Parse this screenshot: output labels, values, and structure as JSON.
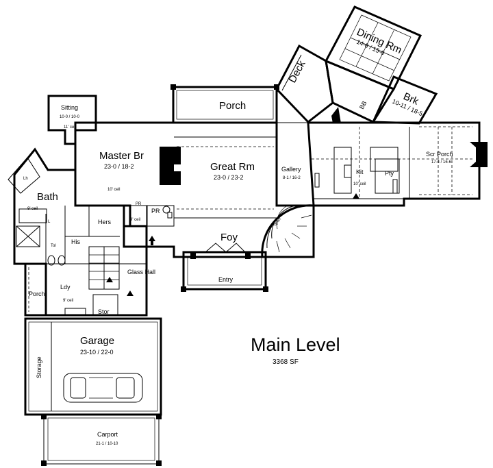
{
  "plan_title": "Main Level",
  "plan_area": "3368 SF",
  "rooms": {
    "dining": {
      "name": "Dining Rm",
      "dims": "14-6 / 15-6"
    },
    "deck": {
      "name": "Deck"
    },
    "brk": {
      "name": "Brk",
      "dims": "10-11 / 18-5"
    },
    "bb": {
      "name": "BB"
    },
    "porch_top": {
      "name": "Porch"
    },
    "sitting": {
      "name": "Sitting",
      "dims": "10-0 / 10-0",
      "ceil": "11' ceil"
    },
    "master": {
      "name": "Master Br",
      "dims": "23-0 / 18-2",
      "ceil": "10' ceil"
    },
    "great": {
      "name": "Great Rm",
      "dims": "23-0 / 23-2"
    },
    "gallery": {
      "name": "Gallery",
      "dims": "8-1 / 16-2"
    },
    "kit": {
      "name": "Kit",
      "ceil": "10' ceil"
    },
    "pty": {
      "name": "Pty"
    },
    "scr_porch": {
      "name": "Scr Porch",
      "dims": "17-4 / 16-6"
    },
    "bath": {
      "name": "Bath",
      "ceil": "9' ceil"
    },
    "hers": {
      "name": "Hers"
    },
    "his": {
      "name": "His"
    },
    "pr": {
      "name": "PR"
    },
    "pr2": {
      "name": "PR"
    },
    "hall_ceil": {
      "ceil": "9' ceil"
    },
    "foy": {
      "name": "Foy"
    },
    "open": {
      "name": "open"
    },
    "entry": {
      "name": "Entry"
    },
    "glass_hall": {
      "name": "Glass Hall"
    },
    "lh": {
      "name": "Lh"
    },
    "tol": {
      "name": "Tol"
    },
    "lf": {
      "name": "L"
    },
    "porch_side": {
      "name": "Porch"
    },
    "lndy": {
      "name": "Ldy",
      "ceil": "9' ceil"
    },
    "stor": {
      "name": "Stor"
    },
    "garage": {
      "name": "Garage",
      "dims": "23-10 / 22-0"
    },
    "storage": {
      "name": "Storage"
    },
    "carport": {
      "name": "Carport",
      "dims": "21-1 / 10-10"
    }
  }
}
